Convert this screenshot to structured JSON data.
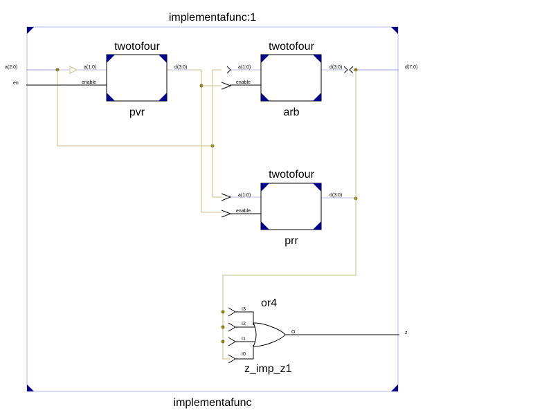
{
  "top": {
    "instance_title": "implementafunc:1",
    "footer_title": "implementafunc"
  },
  "ports": {
    "in_a": "a(2:0)",
    "in_en": "en",
    "out_d": "d(7:0)",
    "out_z": "z"
  },
  "blocks": [
    {
      "type": "twotofour",
      "name": "pvr",
      "pin_a": "a(1:0)",
      "pin_en": "enable",
      "pin_d": "d(3:0)"
    },
    {
      "type": "twotofour",
      "name": "arb",
      "pin_a": "a(1:0)",
      "pin_en": "enable",
      "pin_d": "d(3:0)"
    },
    {
      "type": "twotofour",
      "name": "prr",
      "pin_a": "a(1:0)",
      "pin_en": "enable",
      "pin_d": "d(3:0)"
    }
  ],
  "gate": {
    "type": "or4",
    "name": "z_imp_z1",
    "inputs": [
      "I3",
      "I2",
      "I1",
      "I0"
    ],
    "output": "O"
  },
  "colors": {
    "corner": "#00008b",
    "bus": "#9999dd",
    "frame": "#b8b8e6",
    "tap_wire": "#c8bc82",
    "junction": "#8a7a10"
  }
}
